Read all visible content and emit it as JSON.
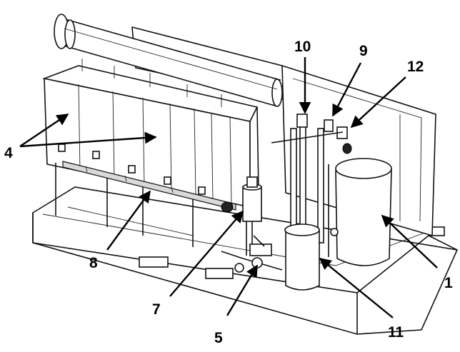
{
  "diagram": {
    "callouts": [
      {
        "id": "c1",
        "label": "1"
      },
      {
        "id": "c4",
        "label": "4"
      },
      {
        "id": "c5",
        "label": "5"
      },
      {
        "id": "c7",
        "label": "7"
      },
      {
        "id": "c8",
        "label": "8"
      },
      {
        "id": "c9",
        "label": "9"
      },
      {
        "id": "c10",
        "label": "10"
      },
      {
        "id": "c11",
        "label": "11"
      },
      {
        "id": "c12",
        "label": "12"
      }
    ]
  }
}
